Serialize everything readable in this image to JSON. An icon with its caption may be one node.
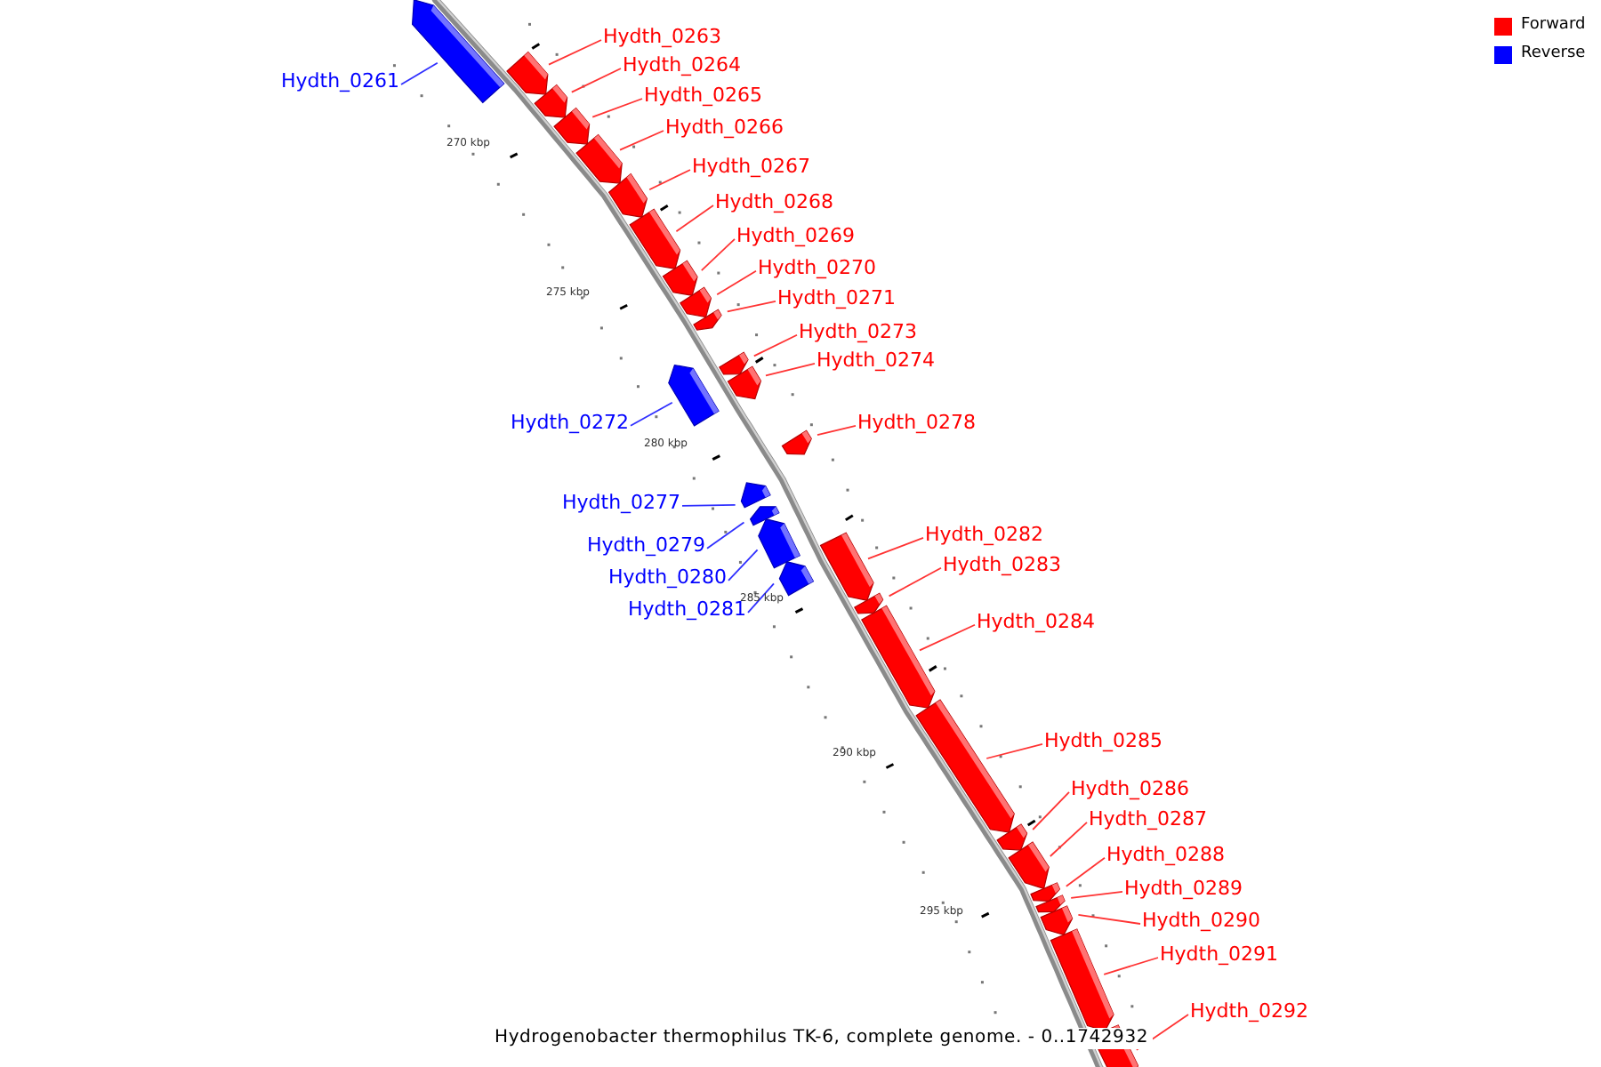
{
  "diagram": {
    "caption": "Hydrogenobacter thermophilus TK-6, complete genome. - 0..1742932",
    "nodes": [
      {
        "text": [
          "Hydth_0261"
        ]
      },
      {
        "text": [],
        "shape": "bar"
      },
      {
        "text": [
          "Hydth_0263"
        ]
      },
      {
        "text": [],
        "shape": "bar"
      },
      {
        "text": [
          "Hydth_0264"
        ]
      },
      {
        "text": [],
        "shape": "bar"
      },
      {
        "text": [
          "Hydth_0265"
        ]
      },
      {
        "text": [],
        "shape": "bar"
      },
      {
        "text": [
          "Hydth_0266"
        ]
      },
      {
        "text": [],
        "shape": "bar"
      },
      {
        "text": [
          "Hydth_0267"
        ]
      },
      {
        "text": [],
        "shape": "bar"
      },
      {
        "text": [
          "Hydth_0268"
        ]
      },
      {
        "text": [],
        "shape": "bar"
      },
      {
        "text": [
          "Hydth_0269"
        ]
      },
      {
        "text": [],
        "shape": "bar"
      },
      {
        "text": [
          "Hydth_0270"
        ]
      },
      {
        "text": [],
        "shape": "bar"
      },
      {
        "text": [
          "Hydth_0271"
        ]
      },
      {
        "text": [],
        "shape": "bar"
      },
      {
        "text": [
          "Hydth_0273"
        ]
      },
      {
        "text": [],
        "shape": "bar"
      },
      {
        "text": [
          "Hydth_0274"
        ]
      },
      {
        "text": [],
        "shape": "bar"
      },
      {
        "text": [
          "Hydth_0272"
        ]
      },
      {
        "text": [],
        "shape": "bar"
      },
      {
        "text": [
          "Hydth_0278"
        ]
      },
      {
        "text": [],
        "shape": "bar"
      },
      {
        "text": [
          "Hydth_0277"
        ]
      },
      {
        "text": [],
        "shape": "bar"
      },
      {
        "text": [
          "Hydth_0279"
        ]
      },
      {
        "text": [],
        "shape": "bar"
      },
      {
        "text": [
          "Hydth_0280"
        ]
      },
      {
        "text": [],
        "shape": "bar"
      },
      {
        "text": [
          "Hydth_0281"
        ]
      },
      {
        "text": [],
        "shape": "bar"
      },
      {
        "text": [
          "Hydth_0282"
        ]
      },
      {
        "text": [],
        "shape": "bar"
      },
      {
        "text": [
          "Hydth_0283"
        ]
      },
      {
        "text": [],
        "shape": "bar"
      },
      {
        "text": [
          "Hydth_0284"
        ]
      },
      {
        "text": [],
        "shape": "bar"
      },
      {
        "text": [
          "Hydth_0285"
        ]
      },
      {
        "text": [],
        "shape": "bar"
      },
      {
        "text": [
          "Hydth_0286"
        ]
      },
      {
        "text": [],
        "shape": "bar"
      },
      {
        "text": [
          "Hydth_0287"
        ]
      },
      {
        "text": [],
        "shape": "bar"
      },
      {
        "text": [
          "Hydth_0288"
        ]
      },
      {
        "text": [],
        "shape": "bar"
      },
      {
        "text": [
          "Hydth_0289"
        ]
      },
      {
        "text": [],
        "shape": "bar"
      },
      {
        "text": [
          "Hydth_0290"
        ]
      },
      {
        "text": [],
        "shape": "bar"
      },
      {
        "text": [
          "Hydth_0291"
        ]
      },
      {
        "text": [],
        "shape": "bar"
      },
      {
        "text": [
          "Hydth_0292"
        ]
      },
      {
        "text": [],
        "shape": "bar"
      }
    ],
    "edges": [
      {
        "from": 0,
        "to": 1,
        "arrow": "none",
        "color": "#3030ff"
      },
      {
        "from": 2,
        "to": 3,
        "arrow": "none"
      },
      {
        "from": 4,
        "to": 5,
        "arrow": "none"
      },
      {
        "from": 6,
        "to": 7,
        "arrow": "none"
      },
      {
        "from": 8,
        "to": 9,
        "arrow": "none"
      },
      {
        "from": 10,
        "to": 11,
        "arrow": "none"
      },
      {
        "from": 12,
        "to": 13,
        "arrow": "none"
      },
      {
        "from": 14,
        "to": 15,
        "arrow": "none"
      },
      {
        "from": 16,
        "to": 17,
        "arrow": "none"
      },
      {
        "from": 18,
        "to": 19,
        "arrow": "none"
      },
      {
        "from": 20,
        "to": 21,
        "arrow": "none"
      },
      {
        "from": 22,
        "to": 23,
        "arrow": "none"
      },
      {
        "from": 24,
        "to": 25,
        "arrow": "none",
        "color": "#3030ff"
      },
      {
        "from": 26,
        "to": 27,
        "arrow": "none"
      },
      {
        "from": 28,
        "to": 29,
        "arrow": "none",
        "color": "#3030ff"
      },
      {
        "from": 30,
        "to": 31,
        "arrow": "none",
        "color": "#3030ff"
      },
      {
        "from": 32,
        "to": 33,
        "arrow": "none",
        "color": "#3030ff"
      },
      {
        "from": 34,
        "to": 35,
        "arrow": "none",
        "color": "#3030ff"
      },
      {
        "from": 36,
        "to": 37,
        "arrow": "none"
      },
      {
        "from": 38,
        "to": 39,
        "arrow": "none"
      },
      {
        "from": 40,
        "to": 41,
        "arrow": "none"
      },
      {
        "from": 42,
        "to": 43,
        "arrow": "none"
      },
      {
        "from": 44,
        "to": 45,
        "arrow": "none"
      },
      {
        "from": 46,
        "to": 47,
        "arrow": "none"
      },
      {
        "from": 48,
        "to": 49,
        "arrow": "none"
      },
      {
        "from": 50,
        "to": 51,
        "arrow": "none"
      },
      {
        "from": 52,
        "to": 53,
        "arrow": "none"
      },
      {
        "from": 54,
        "to": 55,
        "arrow": "none"
      },
      {
        "from": 56,
        "to": 57,
        "arrow": "none"
      }
    ],
    "labels": [
      "270 kbp",
      "275 kbp",
      "280 kbp",
      "285 kbp",
      "290 kbp",
      "295 kbp"
    ],
    "legend": [
      {
        "text": "Forward",
        "color": "#ff0000"
      },
      {
        "text": "Reverse",
        "color": "#0000ff"
      }
    ]
  }
}
